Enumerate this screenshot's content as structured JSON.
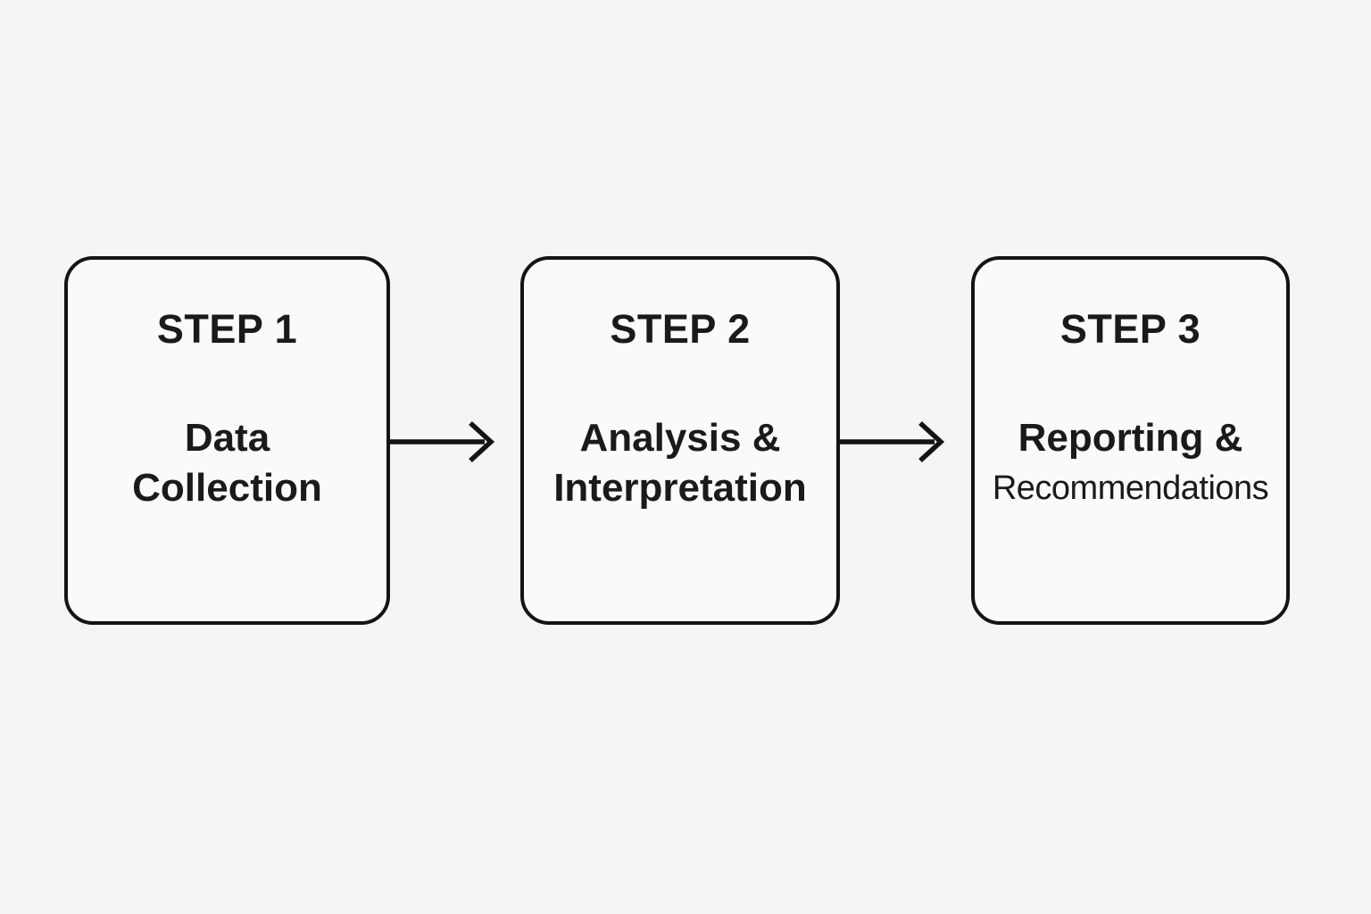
{
  "page": {
    "background_color": "#f6f5f3"
  },
  "diagram": {
    "type": "flowchart",
    "direction": "left-to-right",
    "box_fill_color": "#fbfaf8",
    "line_color": "#141414",
    "text_color": "#1a1a1a",
    "steps": [
      {
        "step_label": "STEP 1",
        "line1": "Data",
        "line2": "Collection"
      },
      {
        "step_label": "STEP 2",
        "line1": "Analysis &",
        "line2": "Interpretation"
      },
      {
        "step_label": "STEP 3",
        "line1": "Reporting &",
        "line2": "Recommendations"
      }
    ],
    "connectors": [
      {
        "from": "STEP 1",
        "to": "STEP 2",
        "icon": "arrow-right"
      },
      {
        "from": "STEP 2",
        "to": "STEP 3",
        "icon": "arrow-right"
      }
    ]
  }
}
